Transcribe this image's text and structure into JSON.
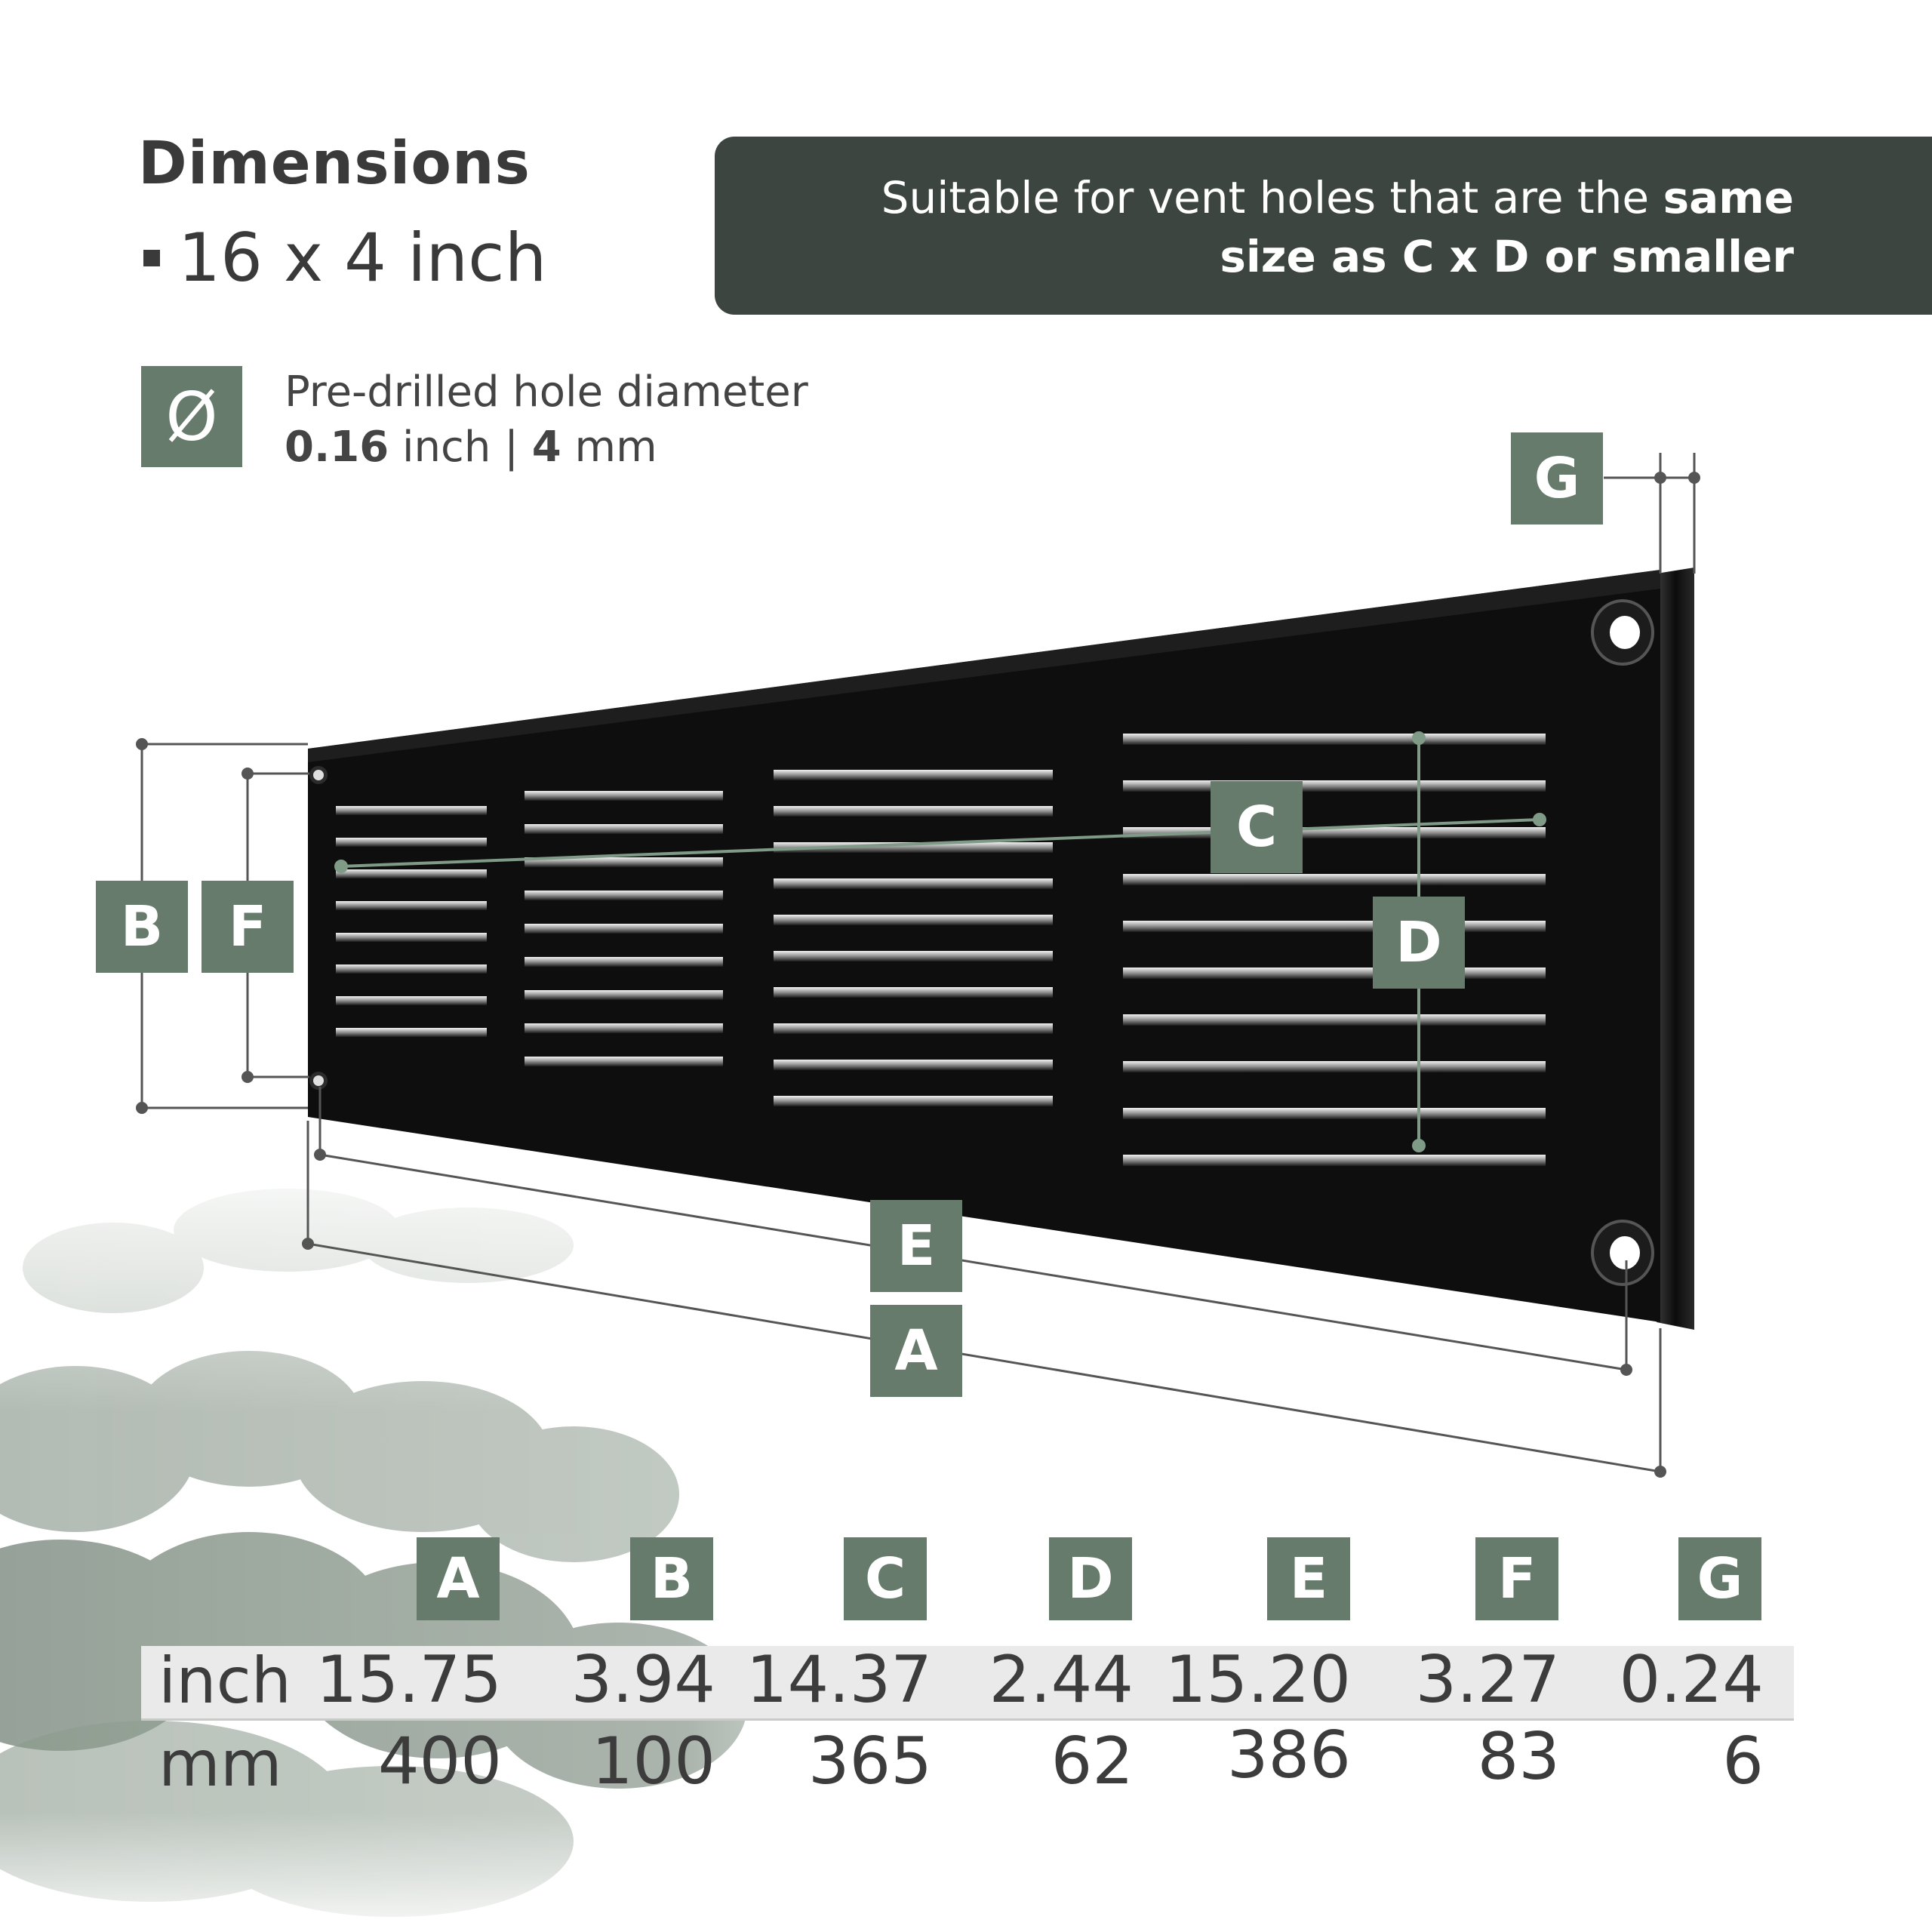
{
  "header": {
    "title": "Dimensions",
    "size": "16 x 4 inch"
  },
  "note": {
    "line1_normal": "Suitable for vent holes that are the ",
    "line1_bold": "same",
    "line2_bold": "size as C x D or smaller"
  },
  "hole": {
    "icon": "diameter-icon",
    "icon_glyph": "Ø",
    "label": "Pre-drilled hole diameter",
    "inch_value": "0.16",
    "inch_unit": " inch | ",
    "mm_value": "4",
    "mm_unit": " mm"
  },
  "diagram_labels": {
    "a": "A",
    "b": "B",
    "c": "C",
    "d": "D",
    "e": "E",
    "f": "F",
    "g": "G"
  },
  "table": {
    "headers": [
      "A",
      "B",
      "C",
      "D",
      "E",
      "F",
      "G"
    ],
    "row_inch": {
      "label": "inch",
      "values": [
        "15.75",
        "3.94",
        "14.37",
        "2.44",
        "15.20",
        "3.27",
        "0.24"
      ]
    },
    "row_mm": {
      "label": "mm",
      "values": [
        "400",
        "100",
        "365",
        "62",
        "386",
        "83",
        "6"
      ]
    }
  },
  "colors": {
    "accent": "#667b6b",
    "dark_box": "#3c453f",
    "vent": "#111111",
    "text": "#3a3a3a"
  }
}
